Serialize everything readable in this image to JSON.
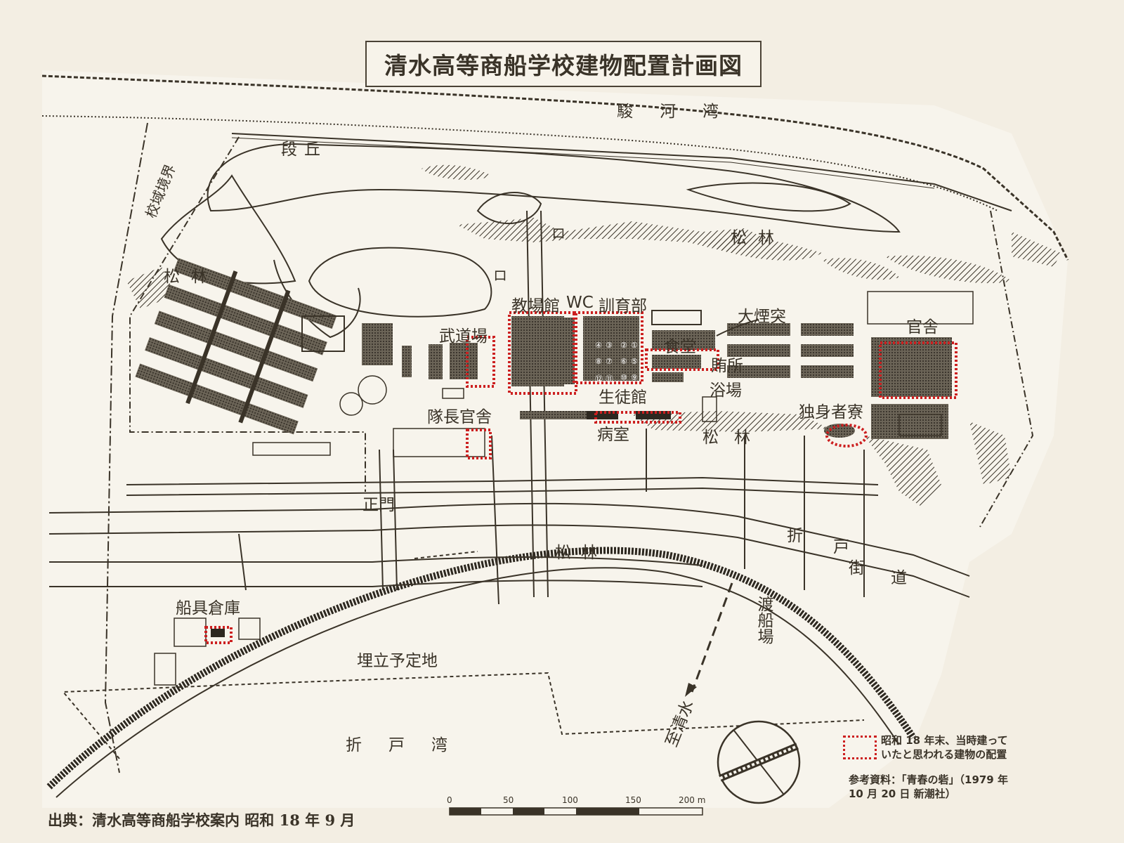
{
  "title": "清水高等商船学校建物配置計画図",
  "labels": {
    "suruga_bay": "駿河湾",
    "dankyu": "段丘",
    "school_boundary": "校域境界",
    "pine_west": "松林",
    "pine_northeast": "松林",
    "pine_middle": "松林",
    "pine_south": "松林",
    "pond_1": "ロ",
    "pond_2": "ロ",
    "kyojokan": "教場館",
    "wc": "WC",
    "kunikubu": "訓育部",
    "dai_entotsu": "大煙突",
    "kansha": "官舎",
    "budojo": "武道場",
    "shokudo": "食堂",
    "makanaisho": "賄所",
    "yokujo": "浴場",
    "seitokan": "生徒館",
    "taicho_kansha": "隊長官舎",
    "byoshitsu": "病室",
    "dokushinsha_ryo": "独身者寮",
    "seimon": "正門",
    "orido_kaido_1": "折",
    "orido_kaido_2": "戸",
    "orido_kaido_3": "街",
    "orido_kaido_4": "道",
    "watashibaba": "渡船場",
    "sengu_soko": "船具倉庫",
    "umetate": "埋立予定地",
    "to_shimizu": "至清水",
    "orido_bay": "折戸湾"
  },
  "seitokan_numbers": [
    "④",
    "③",
    "②",
    "①",
    "⑧",
    "⑦",
    "⑥",
    "⑤",
    "⑫",
    "⑪",
    "⑩",
    "⑨"
  ],
  "source": "出典：清水高等商船学校案内 昭和 18 年 9 月",
  "legend": {
    "line1": "昭和 18 年末、当時建って",
    "line2": "いたと思われる建物の配置",
    "ref1": "参考資料：「青春の砦」（1979 年",
    "ref2": "10 月 20 日 新潮社）"
  },
  "scale": {
    "ticks": [
      "0",
      "50",
      "100",
      "150",
      "200 m"
    ]
  },
  "colors": {
    "paper": "#f3eee3",
    "ink": "#3a3328",
    "highlight": "#cc1f1f"
  }
}
